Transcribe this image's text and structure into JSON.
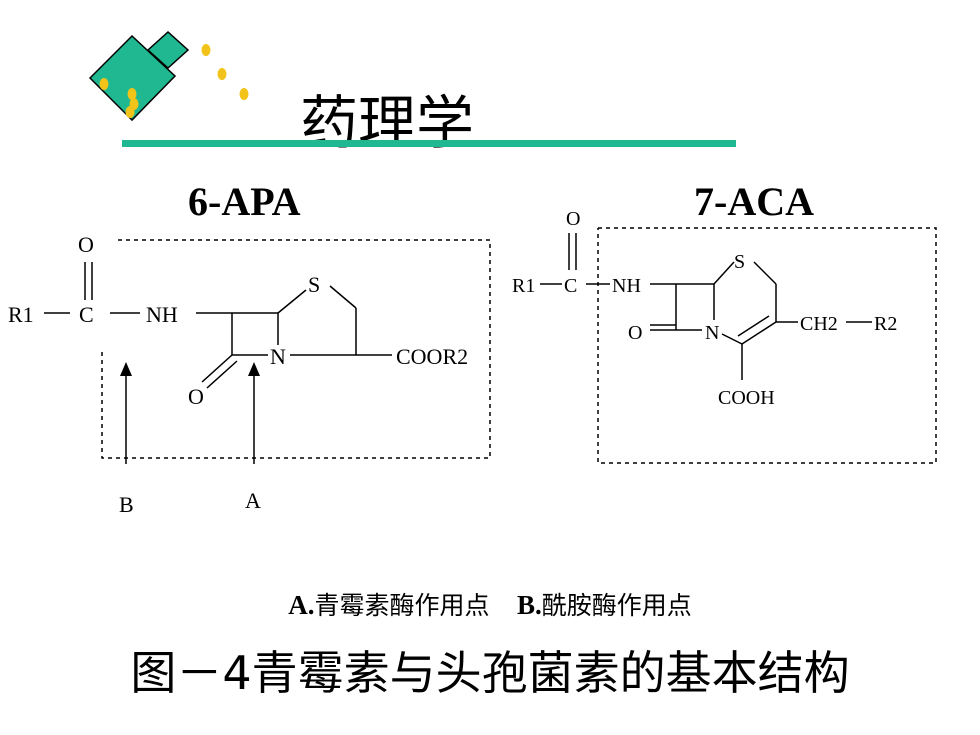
{
  "slide_title": "药理学",
  "accent_colors": {
    "title_rule": "#1fb890",
    "camera_body": "#1fb890",
    "camera_outline": "#000000",
    "dots": "#f2c318"
  },
  "decoration_icon": "camera-with-dots-icon",
  "structure_6apa": {
    "heading": "6-APA",
    "atoms": {
      "o_top": "O",
      "r1": "R1",
      "c": "C",
      "nh": "NH",
      "s": "S",
      "n": "N",
      "o_bottom": "O",
      "coor2": "COOR2"
    },
    "arrow_labels": {
      "b": "B",
      "a": "A"
    }
  },
  "structure_7aca": {
    "heading": "7-ACA",
    "atoms": {
      "o_top": "O",
      "r1": "R1",
      "c": "C",
      "nh": "NH",
      "s": "S",
      "o_left": "O",
      "n": "N",
      "ch2": "CH2",
      "r2": "R2",
      "cooh": "COOH"
    }
  },
  "caption": {
    "a_prefix": "A.",
    "a_text": "青霉素酶作用点",
    "b_prefix": "B.",
    "b_text": "酰胺酶作用点"
  },
  "figure_caption": {
    "label": "图－4",
    "text": "青霉素与头孢菌素的基本结构"
  }
}
